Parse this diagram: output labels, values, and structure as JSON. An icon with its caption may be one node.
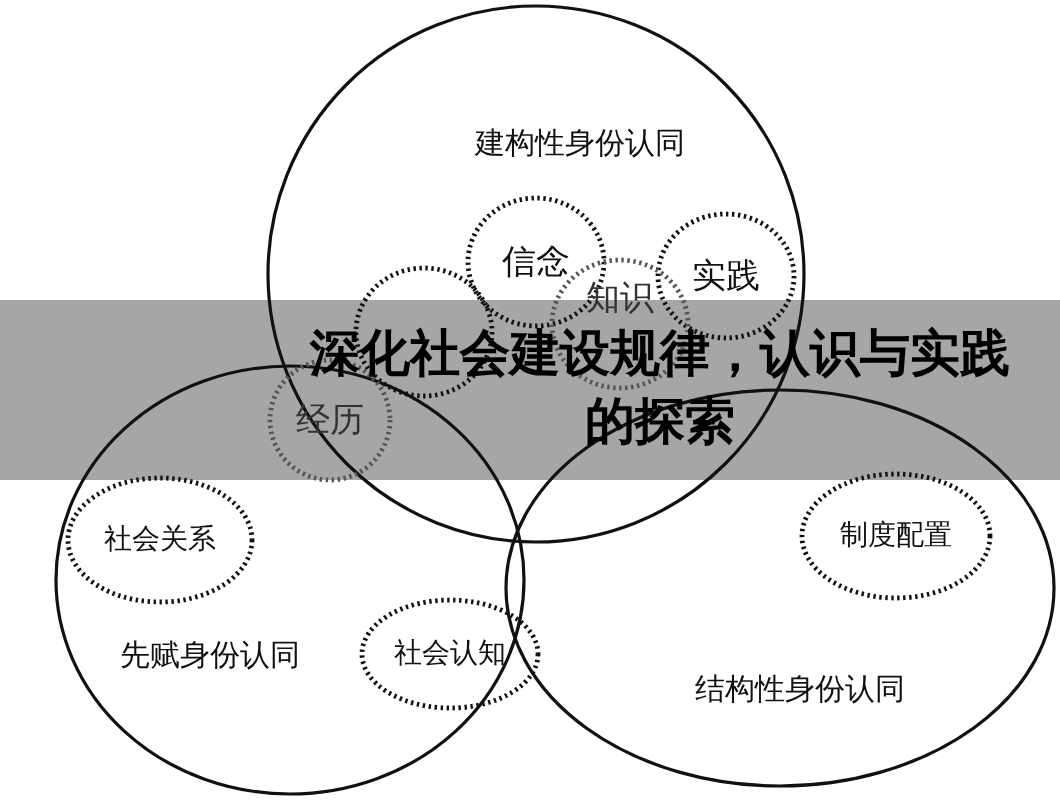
{
  "diagram": {
    "title": "深化社会建设规律，认识与实践的探索",
    "nodes": [
      {
        "text": [
          "建构性身份认同"
        ]
      },
      {
        "text": [
          "信念"
        ],
        "in": 0
      },
      {
        "text": [
          "实践"
        ],
        "in": 0
      },
      {
        "text": [],
        "shape": "circle",
        "in": 0
      },
      {
        "text": [
          "知识"
        ],
        "in": 0
      },
      {
        "text": [
          "经历"
        ]
      },
      {
        "text": [
          "先赋身份认同"
        ]
      },
      {
        "text": [
          "社会关系"
        ],
        "in": 6
      },
      {
        "text": [
          "社会认知"
        ]
      },
      {
        "text": [
          "结构性身份认同"
        ]
      },
      {
        "text": [
          "制度配置"
        ],
        "in": 9
      }
    ]
  }
}
